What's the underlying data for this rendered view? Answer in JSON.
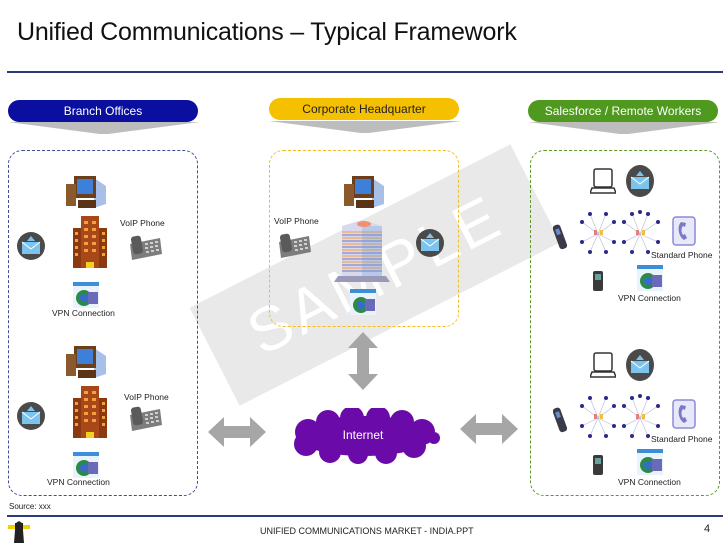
{
  "slide": {
    "title": "Unified Communications – Typical Framework",
    "source": "Source: xxx",
    "footer": "UNIFIED COMMUNICATIONS MARKET - INDIA.PPT",
    "page_number": "4",
    "watermark": "SAMPLE"
  },
  "colors": {
    "branch": "#0a0fa0",
    "hq": "#f5c000",
    "remote": "#4f9a1e",
    "rule": "#2a3a7a",
    "internet": "#6a0aa8",
    "arrow": "#a6a6a6"
  },
  "sections": {
    "branch": {
      "header": "Branch Offices"
    },
    "hq": {
      "header": "Corporate Headquarter"
    },
    "remote": {
      "header": "Salesforce / Remote Workers"
    }
  },
  "labels": {
    "voip_phone": "VoIP Phone",
    "vpn_connection": "VPN Connection",
    "standard_phone": "Standard Phone",
    "internet": "Internet"
  }
}
